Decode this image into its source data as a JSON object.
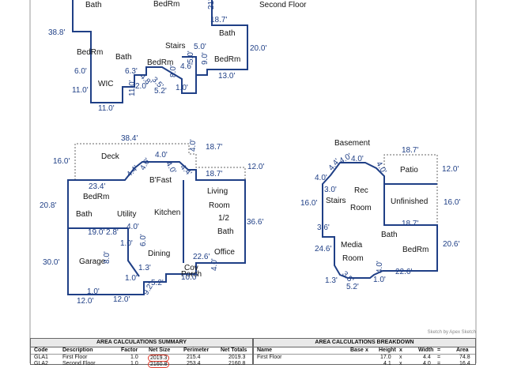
{
  "floor_plan": {
    "second_floor": {
      "title": "Second Floor",
      "rooms": [
        "Bath",
        "BedRm",
        "BedRm",
        "Bath",
        "Stairs",
        "BedRm",
        "Bath",
        "BedRm",
        "WIC"
      ],
      "dims": [
        "21'",
        "18.7'",
        "38.8'",
        "20.0'",
        "5.0'",
        "5.0'",
        "9.0'",
        "4.6'",
        "13.0'",
        "6.0'",
        "6.3'",
        "4.8'",
        "3.5'",
        "8.0'",
        "11.0'",
        "2.0'",
        "11.0'",
        "5.2'",
        "1.0'",
        "11.0'"
      ]
    },
    "first_floor": {
      "rooms": [
        "Deck",
        "B'Fast",
        "BedRm",
        "Living",
        "Room",
        "Bath",
        "Utility",
        "Kitchen",
        "1/2",
        "Bath",
        "Garage",
        "Dining",
        "Office",
        "Cov",
        "Porch"
      ],
      "dims": [
        "38.4'",
        "16.0'",
        "4.0'",
        "4.0'",
        "18.7'",
        "4.4'",
        "4.0'",
        "4.0'",
        "4.4'",
        "18.7'",
        "12.0'",
        "23.4'",
        "20.8'",
        "36.6'",
        "4.0'",
        "19.0'",
        "2.8'",
        "1.0'",
        "6.0'",
        "30.0'",
        "8.0'",
        "1.3'",
        "22.6'",
        "1.0'",
        "4.0'",
        "10.0'",
        "5.2'",
        "9.2'",
        "1.0'",
        "12.0'",
        "12.0'"
      ]
    },
    "basement": {
      "title": "Basement",
      "rooms": [
        "Patio",
        "Rec",
        "Stairs",
        "Room",
        "Unfinished",
        "Bath",
        "Media",
        "BedRm",
        "Room"
      ],
      "dims": [
        "4.0'",
        "4.0'",
        "4.4'",
        "4.0'",
        "18.7'",
        "4.0'",
        "12.0'",
        "3.0'",
        "16.0'",
        "16.0'",
        "18.7'",
        "3.6'",
        "24.6'",
        "20.6'",
        "22.6'",
        "1.0'",
        "4.0'",
        "1.3'",
        "3.5'",
        "5.2'"
      ]
    }
  },
  "credit": "Sketch by Apex Sketch",
  "summary": {
    "title": "AREA CALCULATIONS SUMMARY",
    "headers": [
      "Code",
      "Description",
      "Factor",
      "Net Size",
      "Perimeter",
      "Net Totals"
    ],
    "rows": [
      [
        "GLA1",
        "First Floor",
        "1.0",
        "2019.3",
        "215.4",
        "2019.3"
      ],
      [
        "GLA2",
        "Second Floor",
        "1.0",
        "2160.8",
        "253.4",
        "2160.8"
      ]
    ]
  },
  "breakdown": {
    "title": "AREA CALCULATIONS BREAKDOWN",
    "headers": [
      "Name",
      "Base",
      "x",
      "Height",
      "x",
      "Width",
      "=",
      "Area"
    ],
    "rows": [
      [
        "First Floor",
        "",
        "",
        "17.0",
        "x",
        "4.4",
        "=",
        "74.8"
      ],
      [
        "",
        "",
        "",
        "4.1",
        "x",
        "4.0",
        "=",
        "16.4"
      ]
    ]
  },
  "colors": {
    "walls": "#1f3f86",
    "highlight": "#e03a2a"
  }
}
